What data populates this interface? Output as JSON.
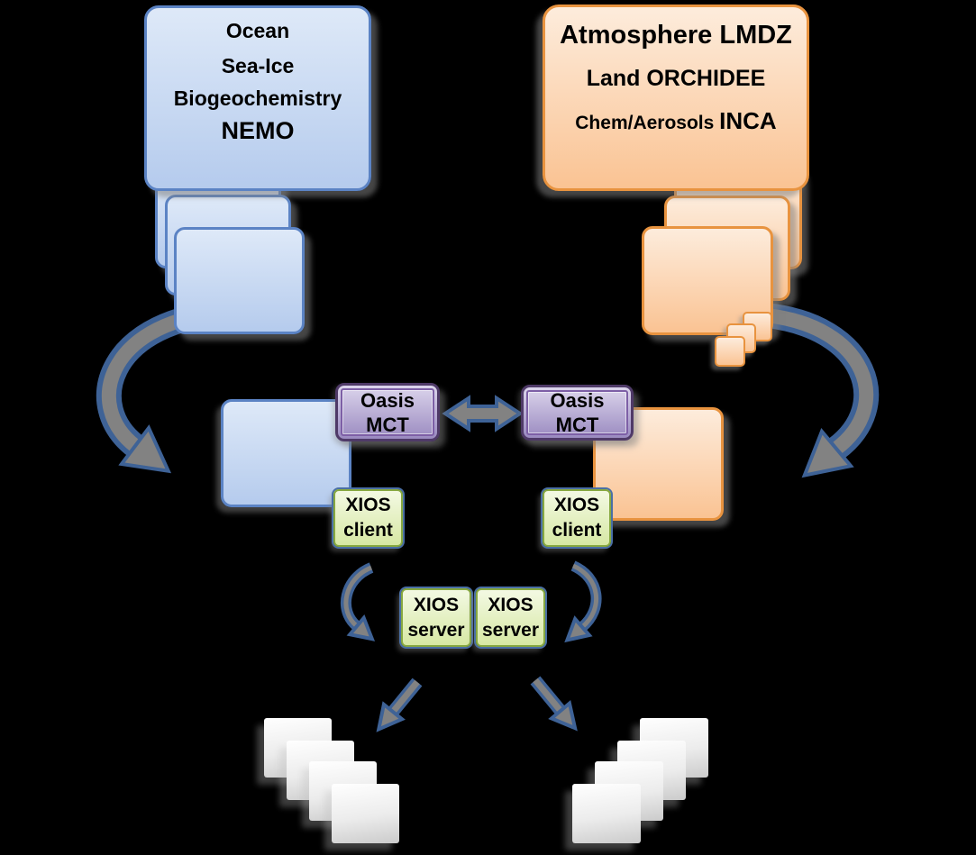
{
  "colors": {
    "background": "#000000",
    "blue_fill_top": "#DEE9F8",
    "blue_fill_bottom": "#B5CBED",
    "blue_border": "#5B83C4",
    "orange_fill_top": "#FDECDC",
    "orange_fill_bottom": "#FAC393",
    "orange_border": "#E8933F",
    "purple_fill_top": "#DCD5EC",
    "purple_fill_bottom": "#9A8AC0",
    "purple_border": "#4F3A68",
    "purple_inner_border": "#7D5FA6",
    "green_fill_top": "#F3F9E3",
    "green_fill_bottom": "#D7E8A4",
    "green_border": "#87A840",
    "green_ring": "#4A6FA5",
    "gray_fill_top": "#FFFFFF",
    "gray_fill_bottom": "#CBCBCB",
    "arrow_fill": "#828282",
    "arrow_outline": "#3E6296"
  },
  "ocean_box": {
    "line1": "Ocean",
    "line2": "Sea-Ice",
    "line3": "Biogeochemistry",
    "line4": "NEMO"
  },
  "atmosphere_box": {
    "line1": "Atmosphere LMDZ",
    "line2": "Land ORCHIDEE",
    "line3_small": "Chem/Aerosols",
    "line3_strong": "INCA"
  },
  "coupler_box": {
    "line1": "Oasis",
    "line2": "MCT"
  },
  "xios_client_box": {
    "line1": "XIOS",
    "line2": "client"
  },
  "xios_server_box": {
    "line1": "XIOS",
    "line2": "server"
  }
}
